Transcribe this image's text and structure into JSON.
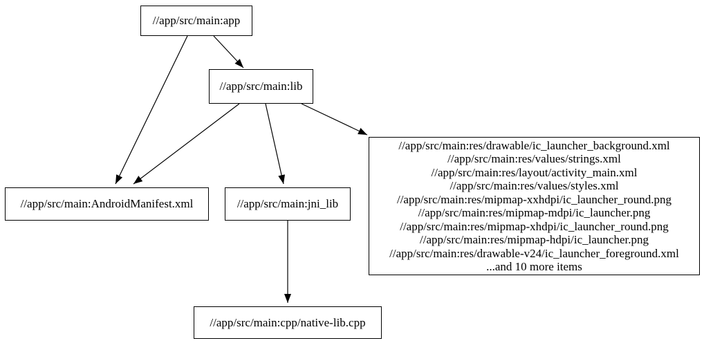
{
  "graph": {
    "type": "digraph",
    "background_color": "#ffffff",
    "node_border_color": "#000000",
    "edge_color": "#000000",
    "text_color": "#000000"
  },
  "nodes": {
    "app": {
      "label": "//app/src/main:app"
    },
    "lib": {
      "label": "//app/src/main:lib"
    },
    "android_manifest": {
      "label": "//app/src/main:AndroidManifest.xml"
    },
    "jni_lib": {
      "label": "//app/src/main:jni_lib"
    },
    "resources": {
      "lines": [
        "//app/src/main:res/drawable/ic_launcher_background.xml",
        "//app/src/main:res/values/strings.xml",
        "//app/src/main:res/layout/activity_main.xml",
        "//app/src/main:res/values/styles.xml",
        "//app/src/main:res/mipmap-xxhdpi/ic_launcher_round.png",
        "//app/src/main:res/mipmap-mdpi/ic_launcher.png",
        "//app/src/main:res/mipmap-xhdpi/ic_launcher_round.png",
        "//app/src/main:res/mipmap-hdpi/ic_launcher.png",
        "//app/src/main:res/drawable-v24/ic_launcher_foreground.xml",
        "...and 10 more items"
      ]
    },
    "native_lib_cpp": {
      "label": "//app/src/main:cpp/native-lib.cpp"
    }
  },
  "edges": [
    {
      "from": "//app/src/main:app",
      "to": "//app/src/main:AndroidManifest.xml"
    },
    {
      "from": "//app/src/main:app",
      "to": "//app/src/main:lib"
    },
    {
      "from": "//app/src/main:lib",
      "to": "//app/src/main:AndroidManifest.xml"
    },
    {
      "from": "//app/src/main:lib",
      "to": "//app/src/main:jni_lib"
    },
    {
      "from": "//app/src/main:lib",
      "to": "//app/src/main:res resource group"
    },
    {
      "from": "//app/src/main:jni_lib",
      "to": "//app/src/main:cpp/native-lib.cpp"
    }
  ]
}
